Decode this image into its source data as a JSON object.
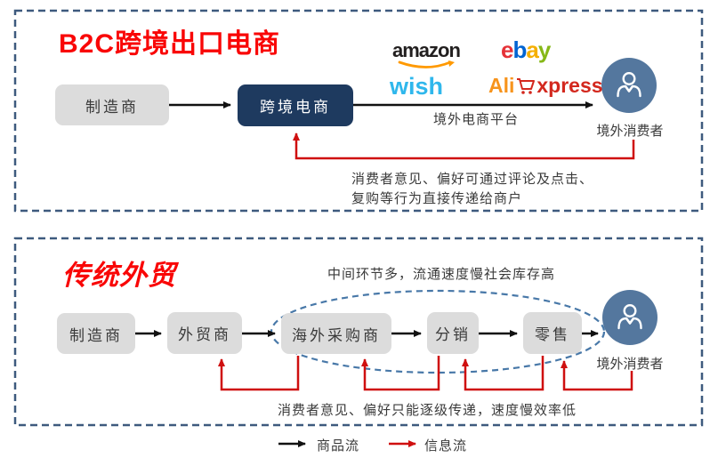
{
  "panel1": {
    "title": "B2C跨境出口电商",
    "nodes": {
      "manufacturer": "制造商",
      "cross_border_ecommerce": "跨境电商"
    },
    "platform_label": "境外电商平台",
    "consumer_label": "境外消费者",
    "feedback_line1": "消费者意见、偏好可通过评论及点击、",
    "feedback_line2": "复购等行为直接传递给商户",
    "platforms": {
      "amazon": "amazon",
      "ebay_letters": [
        "e",
        "b",
        "a",
        "y"
      ],
      "wish": "wish",
      "aliexpress_prefix": "Ali",
      "aliexpress_suffix": "xpress"
    }
  },
  "panel2": {
    "title": "传统外贸",
    "note_top": "中间环节多，流通速度慢社会库存高",
    "nodes": {
      "manufacturer": "制造商",
      "foreign_trader": "外贸商",
      "overseas_purchaser": "海外采购商",
      "distribution": "分销",
      "retail": "零售"
    },
    "consumer_label": "境外消费者",
    "feedback_note": "消费者意见、偏好只能逐级传递，速度慢效率低"
  },
  "legend": {
    "goods_flow": "商品流",
    "info_flow": "信息流"
  },
  "colors": {
    "title_red": "#f90606",
    "arrow_black": "#111111",
    "arrow_red": "#cf0f0f",
    "navy_box": "#1e3a5f",
    "gray_box": "#dcdcdc",
    "panel_border_blue": "#3e5a7e",
    "ellipse_dash_blue": "#4878a8",
    "consumer_circle_blue": "#54779e",
    "amazon_black": "#221f1f",
    "amazon_orange": "#ff9900",
    "ebay_red": "#e53238",
    "ebay_blue": "#0064d2",
    "ebay_yellow": "#f5af02",
    "ebay_green": "#86b817",
    "wish_blue": "#2fb7ec",
    "aliexpress_orange": "#f7941d",
    "aliexpress_red": "#d3281e"
  }
}
